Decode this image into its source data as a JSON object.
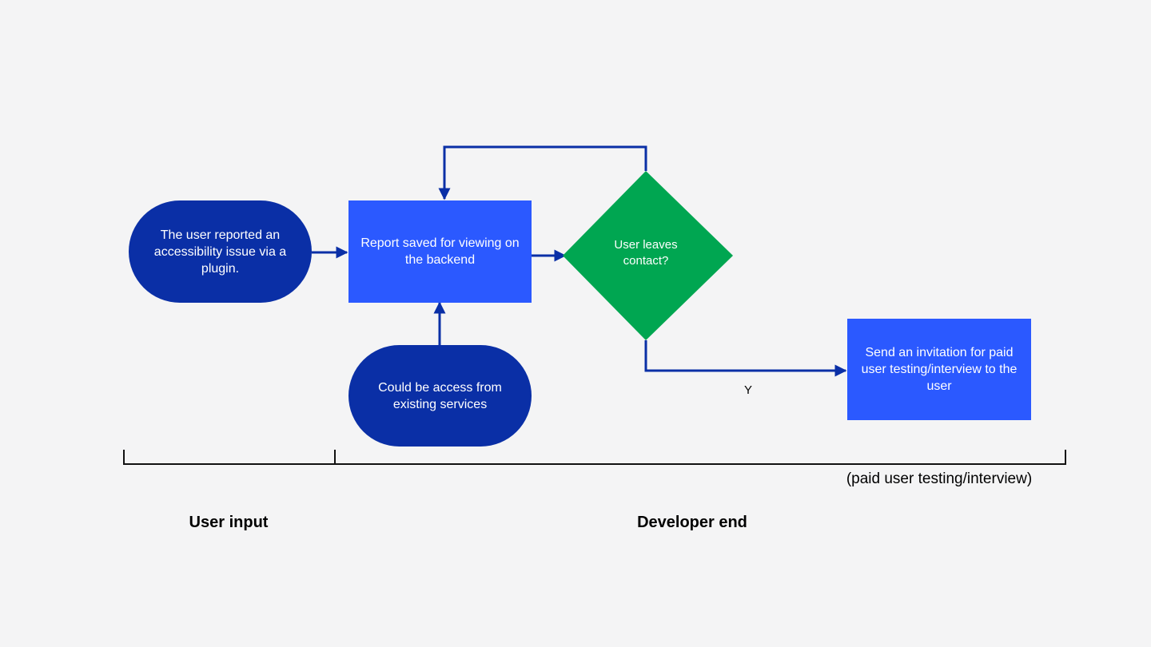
{
  "nodes": {
    "user_report": "The user reported an accessibility issue via a plugin.",
    "report_saved": "Report saved for viewing on the backend",
    "existing_services": "Could be access from existing services",
    "decision": "User leaves contact?",
    "send_invitation": "Send an invitation for paid user testing/interview to the user"
  },
  "edge_labels": {
    "yes": "Y"
  },
  "annotations": {
    "paid_testing": "(paid user testing/interview)"
  },
  "sections": {
    "user_input": "User input",
    "developer_end": "Developer end"
  },
  "colors": {
    "background": "#f4f4f5",
    "pill": "#0a2fa6",
    "process": "#2b59ff",
    "decision": "#00a651",
    "connector": "#0a2fa6",
    "bracket": "#111111"
  }
}
